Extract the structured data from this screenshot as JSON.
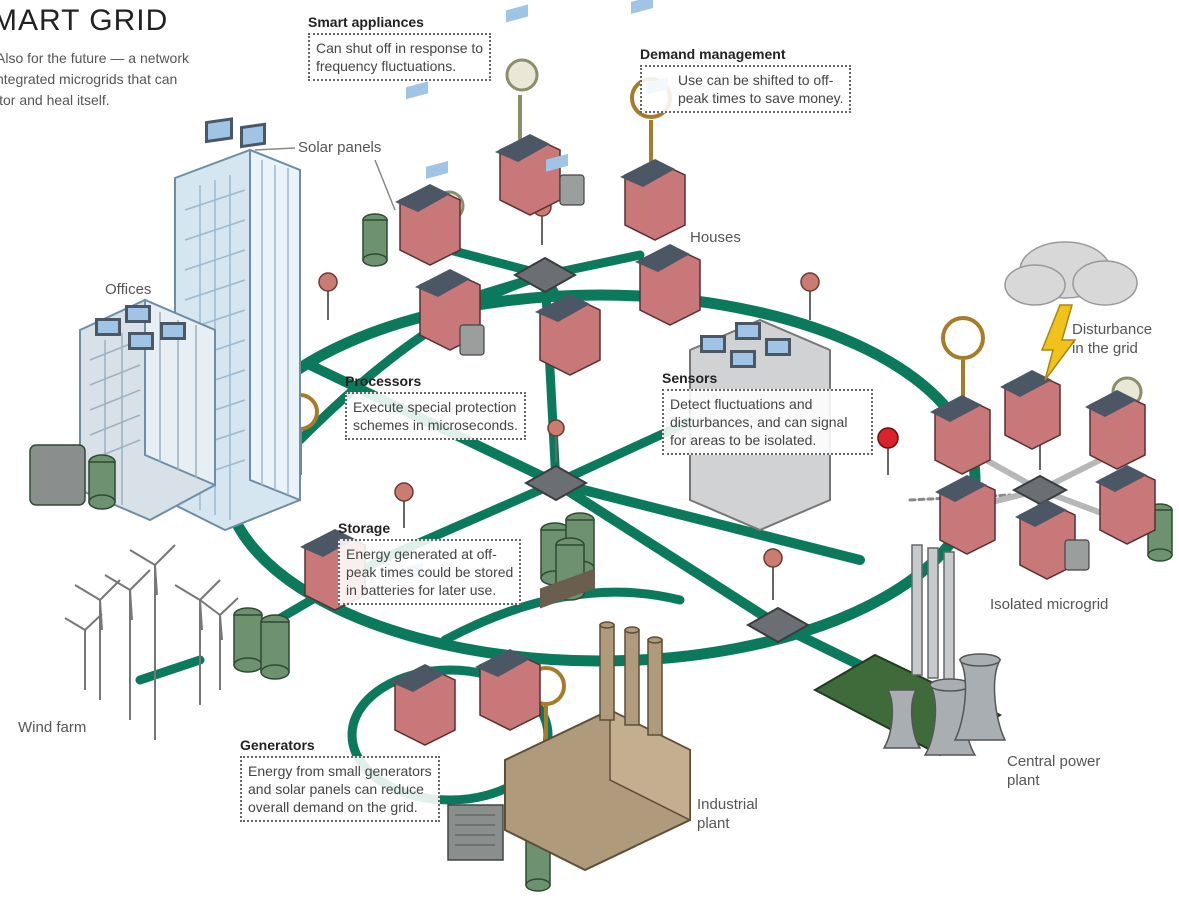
{
  "title": "MART GRID",
  "subtitle": "Also for the future — a network\nntegrated microgrids that can\nitor and heal itself.",
  "callouts": {
    "smart_appliances": {
      "head": "Smart appliances",
      "text": "Can shut off in response to\nfrequency fluctuations."
    },
    "demand_management": {
      "head": "Demand management",
      "text": "Use can be shifted to off-\npeak times to save money."
    },
    "processors": {
      "head": "Processors",
      "text": "Execute special protection\nschemes in microseconds."
    },
    "sensors": {
      "head": "Sensors",
      "text": "Detect fluctuations and\ndisturbances, and can signal\nfor areas to be isolated."
    },
    "storage": {
      "head": "Storage",
      "text": "Energy generated at off-\npeak times could be stored\nin batteries for later use."
    },
    "generators": {
      "head": "Generators",
      "text": "Energy from small generators\nand solar panels can reduce\noverall demand on the grid."
    }
  },
  "labels": {
    "solar_panels": "Solar panels",
    "offices": "Offices",
    "houses": "Houses",
    "disturbance": "Disturbance\nin the grid",
    "isolated_microgrid": "Isolated microgrid",
    "wind_farm": "Wind farm",
    "central_power_plant": "Central power\nplant",
    "industrial_plant": "Industrial\nplant"
  },
  "colors": {
    "grid_line": "#0b7a5c",
    "house_wall": "#c9787a",
    "roof": "#4c5766",
    "solar": "#9fc4e6",
    "building": "#d6e6f0",
    "storage": "#6e9270",
    "factory": "#b09a7c",
    "meter_pin": "#c97c6f",
    "lightning": "#f2c21c",
    "cloud": "#d8d8d8"
  }
}
